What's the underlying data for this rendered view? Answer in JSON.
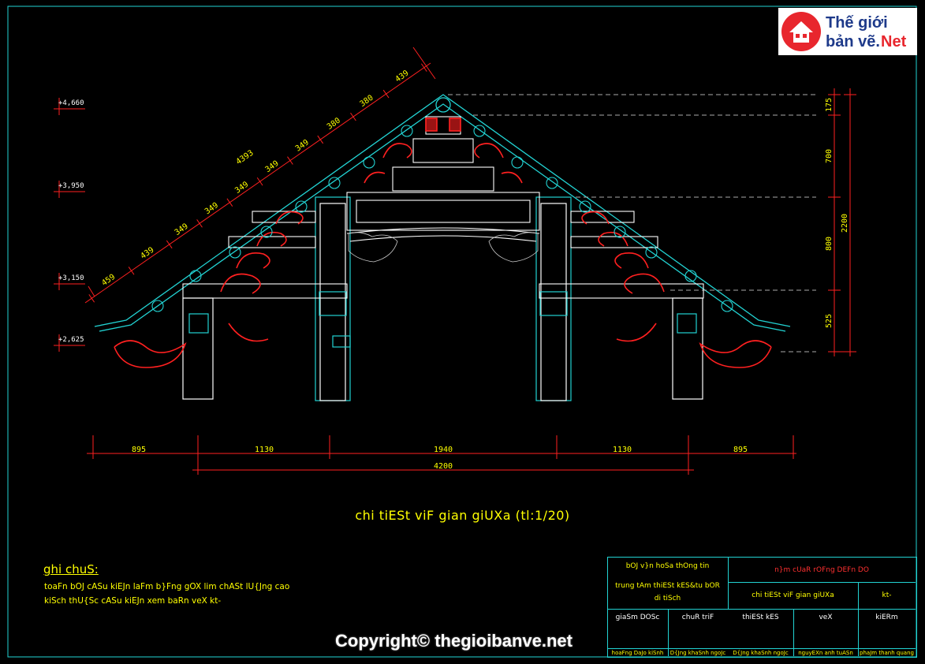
{
  "drawing": {
    "title": "chi tiESt viF gian giUXa (tl:1/20)",
    "levels": [
      "+4,660",
      "+3,950",
      "+3,150",
      "+2,625"
    ],
    "rafter_dims": [
      "459",
      "439",
      "349",
      "349",
      "349",
      "349",
      "349",
      "380",
      "380",
      "439"
    ],
    "rafter_total": "4393",
    "vertical_dims": [
      "175",
      "700",
      "800",
      "525"
    ],
    "vertical_total": "2200",
    "bottom_dims": [
      "895",
      "1130",
      "1940",
      "1130",
      "895"
    ],
    "bottom_total": "4200"
  },
  "notes": {
    "heading": "ghi chuS:",
    "line1": "toaFn bOJ cASu kiEJn laFm b}Fng gOX lim chASt lU{Jng cao",
    "line2": "kiSch thU{Sc cASu kiEJn xem baRn veX kt-"
  },
  "title_block": {
    "org_line1": "bOJ v}n hoSa thOng tin",
    "org_line2": "trung tAm thiESt kES&tu bOR",
    "org_line3": "di tiSch",
    "project": "n}m cUaR rOFng DEFn DO",
    "sheet_name": "chi tiESt viF gian giUXa",
    "sheet_code": "kt-",
    "h_director": "giaSm DOSc",
    "h_lead": "chuR triF",
    "h_design": "thiESt kES",
    "h_draw": "veX",
    "h_check": "kiERm",
    "n_director": "hoaFng DaJo kiSnh",
    "n_lead": "D{Jng khaSnh ngoJc",
    "n_design": "D{Jng khaSnh ngoJc",
    "n_draw": "nguyEXn anh tuASn",
    "n_check": "phaJm thanh quang"
  },
  "logo": {
    "line1": "Thế giới",
    "line2": "bản vẽ.",
    "line3": "Net"
  },
  "copyright": "Copyright© thegioibanve.net",
  "colors": {
    "background": "#000000",
    "frame": "#22d3d3",
    "dimension": "#ff2020",
    "text": "#ffff00",
    "wood": "#ffffff"
  }
}
